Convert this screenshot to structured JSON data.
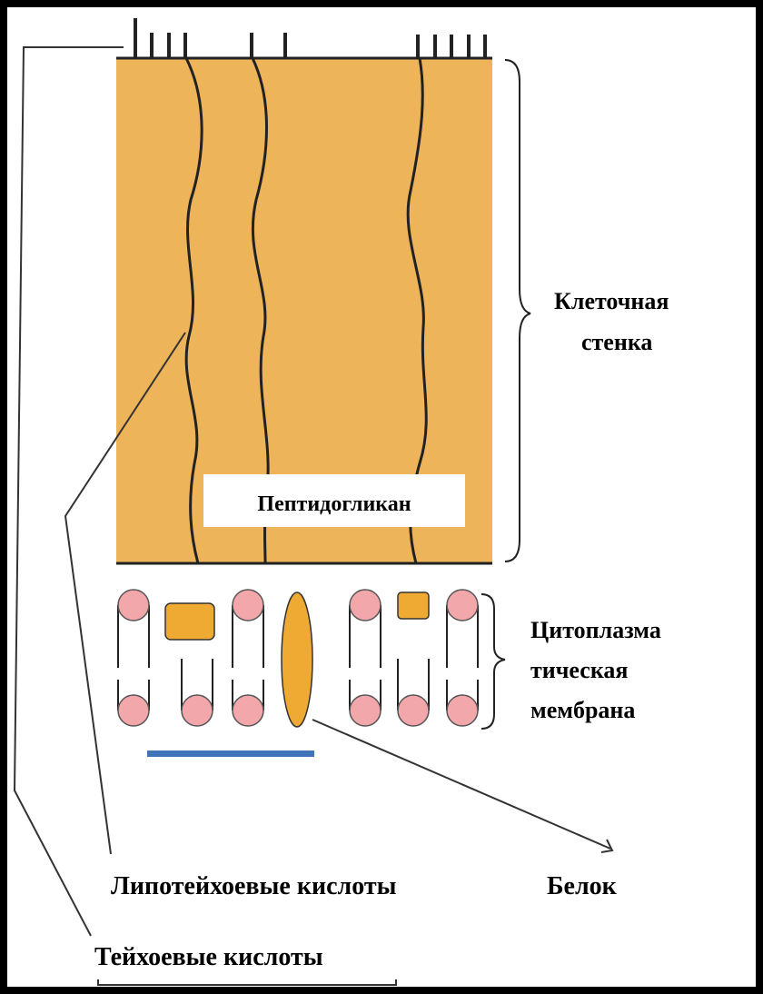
{
  "labels": {
    "cell_wall": [
      "Клеточная",
      "стенка"
    ],
    "peptidoglycan": "Пептидогликан",
    "membrane": [
      "Цитоплазма",
      "тическая",
      "мембрана"
    ],
    "lipoteichoic_acids": "Липотейхоевые кислоты",
    "protein": "Белок",
    "teichoic_acids": "Тейхоевые кислоты"
  },
  "colors": {
    "wall_fill": "#eeb45a",
    "protein_fill": "#eeaa33",
    "lipid_head": "#f2a7aa",
    "blue_bar": "#3f74b8",
    "ink": "#222222",
    "frame": "#000000"
  }
}
